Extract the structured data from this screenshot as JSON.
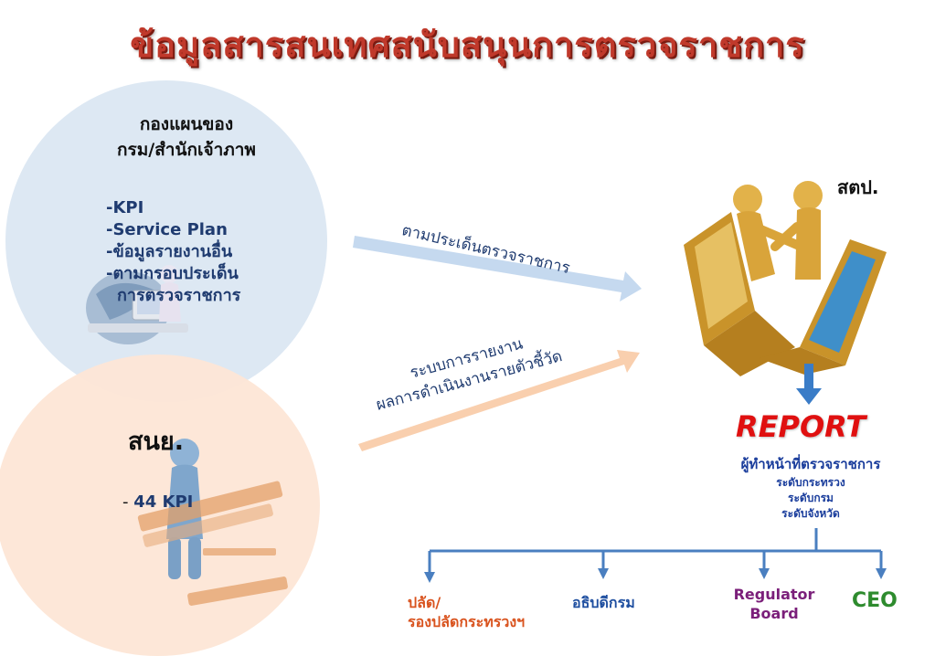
{
  "title": "ข้อมูลสารสนเทศสนับสนุนการตรวจราชการ",
  "top_circle": {
    "heading_line1": "กองแผนของ",
    "heading_line2": "กรม/สำนักเจ้าภาพ",
    "items": [
      "-KPI",
      "-Service Plan",
      "-ข้อมูลรายงานอื่น",
      "-ตามกรอบประเด็น",
      " การตรวจราชการ"
    ]
  },
  "bottom_circle": {
    "heading": "สนย.",
    "item_dash": "- ",
    "item": "44 KPI"
  },
  "arrows": {
    "top_label": "ตามประเด็นตรวจราชการ",
    "bottom_label_line1": "ระบบการรายงาน",
    "bottom_label_line2": "ผลการดำเนินงานรายตัวชี้วัด"
  },
  "office_label": "สตป.",
  "report": {
    "title": "REPORT",
    "subtitle": "ผู้ทำหน้าที่ตรวจราชการ",
    "levels": [
      "ระดับกระทรวง",
      "ระดับกรม",
      "ระดับจังหวัด"
    ]
  },
  "targets": {
    "ps_line1": "ปลัด/",
    "ps_line2": "รองปลัดกระทรวงฯ",
    "director_general": "อธิบดีกรม",
    "rb_line1": "Regulator",
    "rb_line2": "Board",
    "ceo": "CEO"
  },
  "colors": {
    "title": "#c0392b",
    "top_circle": "#dde8f3",
    "bottom_circle": "#fde6d6",
    "arrow_blue": "#c5d9ef",
    "arrow_orange": "#f9cfae",
    "connector": "#4a7fc0",
    "report": "#e01010"
  }
}
